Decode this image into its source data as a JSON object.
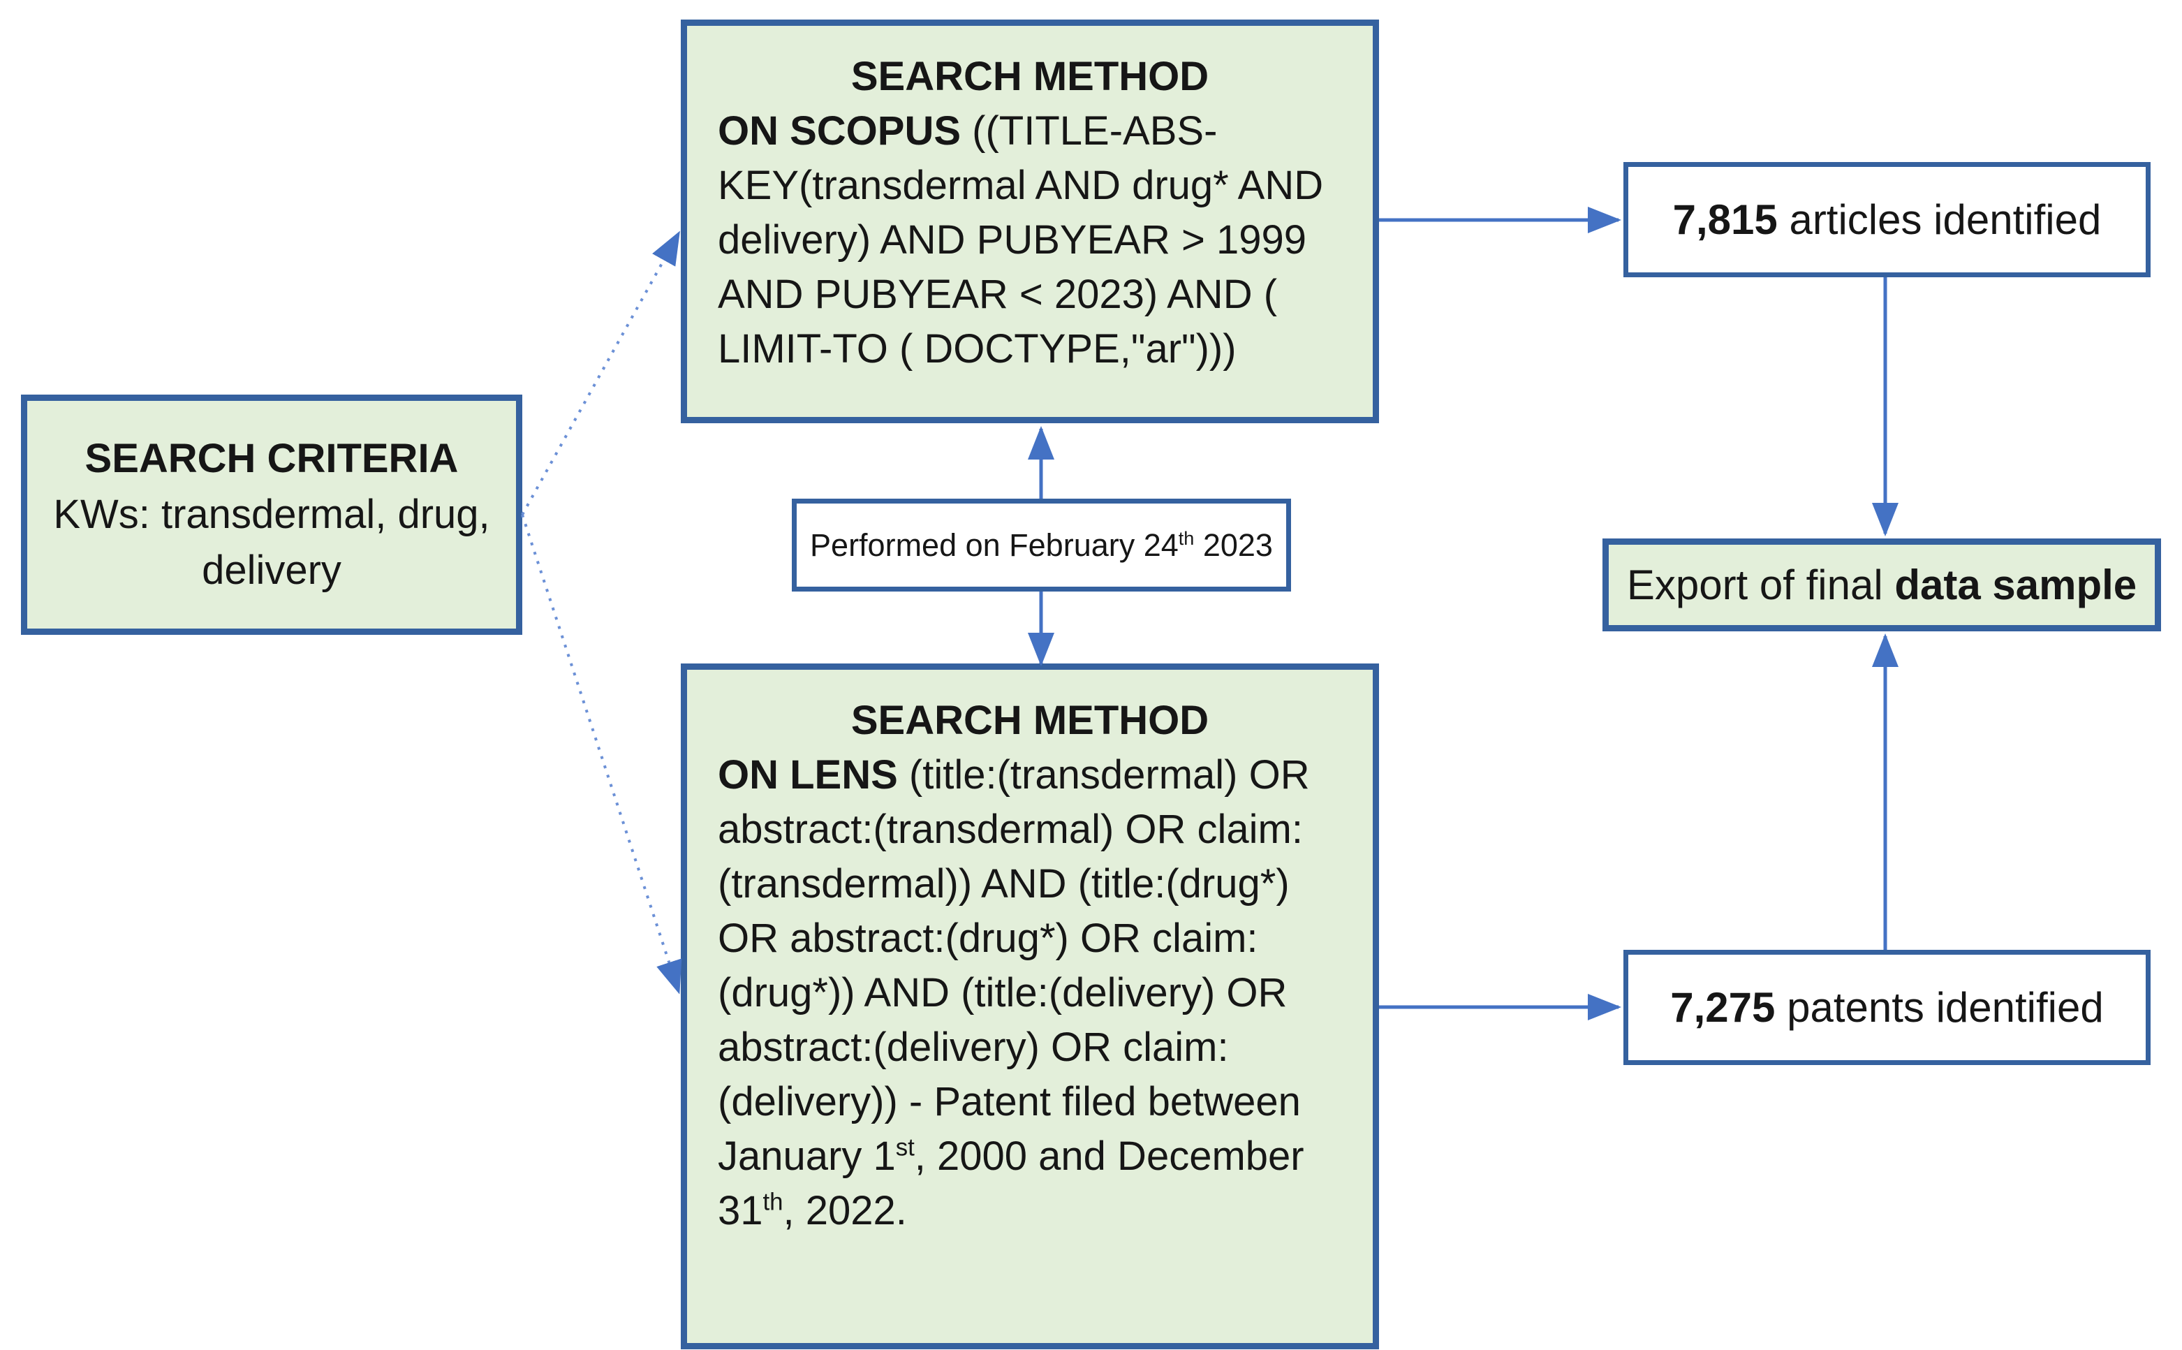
{
  "criteria": {
    "title": "SEARCH CRITERIA",
    "keywords": "KWs: transdermal, drug, delivery"
  },
  "scopus": {
    "title": "SEARCH METHOD",
    "bold_label": "ON SCOPUS",
    "query": " ((TITLE-ABS-KEY(transdermal AND drug* AND delivery) AND PUBYEAR > 1999 AND PUBYEAR < 2023) AND ( LIMIT-TO ( DOCTYPE,\"ar\")))"
  },
  "performed": {
    "prefix": "Performed on February 24",
    "sup": "th",
    "suffix": " 2023"
  },
  "lens": {
    "title": "SEARCH METHOD",
    "bold_label": "ON LENS",
    "query_part1": " (title:(transdermal) OR abstract:(transdermal) OR claim:(transdermal)) AND (title:(drug*) OR abstract:(drug*) OR claim:(drug*)) AND (title:(delivery) OR abstract:(delivery) OR claim:(delivery)) - Patent filed between January 1",
    "sup1": "st",
    "query_part2": ", 2000 and December 31",
    "sup2": "th",
    "query_part3": ", 2022."
  },
  "articles": {
    "count": "7,815",
    "label": " articles identified"
  },
  "patents": {
    "count": "7,275",
    "label": " patents identified"
  },
  "export": {
    "prefix": "Export of final ",
    "bold": "data sample"
  },
  "colors": {
    "box_fill_green": "#e3efda",
    "box_fill_white": "#ffffff",
    "box_border_blue": "#35619f",
    "arrow_blue": "#4472c4",
    "dashed_arrow_blue": "#6b90d6",
    "text": "#161616"
  }
}
